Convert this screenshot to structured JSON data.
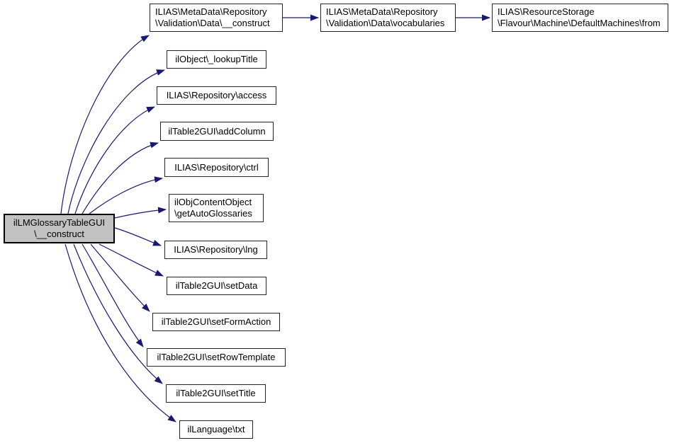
{
  "diagram": {
    "type": "call-graph",
    "edge_color": "#191970",
    "highlight_fill": "#c2c2c2",
    "nodes": [
      {
        "id": "main",
        "label": "ilLMGlossaryTableGUI\n\\__construct",
        "highlighted": true
      },
      {
        "id": "md_construct",
        "label": "ILIAS\\MetaData\\Repository\n\\Validation\\Data\\__construct",
        "highlighted": false
      },
      {
        "id": "lookup_title",
        "label": "ilObject\\_lookupTitle",
        "highlighted": false
      },
      {
        "id": "access",
        "label": "ILIAS\\Repository\\access",
        "highlighted": false
      },
      {
        "id": "add_column",
        "label": "ilTable2GUI\\addColumn",
        "highlighted": false
      },
      {
        "id": "ctrl",
        "label": "ILIAS\\Repository\\ctrl",
        "highlighted": false
      },
      {
        "id": "get_auto_glossaries",
        "label": "ilObjContentObject\n\\getAutoGlossaries",
        "highlighted": false
      },
      {
        "id": "lng",
        "label": "ILIAS\\Repository\\lng",
        "highlighted": false
      },
      {
        "id": "set_data",
        "label": "ilTable2GUI\\setData",
        "highlighted": false
      },
      {
        "id": "set_form_action",
        "label": "ilTable2GUI\\setFormAction",
        "highlighted": false
      },
      {
        "id": "set_row_template",
        "label": "ilTable2GUI\\setRowTemplate",
        "highlighted": false
      },
      {
        "id": "set_title",
        "label": "ilTable2GUI\\setTitle",
        "highlighted": false
      },
      {
        "id": "txt",
        "label": "ilLanguage\\txt",
        "highlighted": false
      },
      {
        "id": "vocabularies",
        "label": "ILIAS\\MetaData\\Repository\n\\Validation\\Data\\vocabularies",
        "highlighted": false
      },
      {
        "id": "default_machines_from",
        "label": "ILIAS\\ResourceStorage\n\\Flavour\\Machine\\DefaultMachines\\from",
        "highlighted": false
      }
    ],
    "edges": [
      {
        "from": "main",
        "to": "md_construct"
      },
      {
        "from": "main",
        "to": "lookup_title"
      },
      {
        "from": "main",
        "to": "access"
      },
      {
        "from": "main",
        "to": "add_column"
      },
      {
        "from": "main",
        "to": "ctrl"
      },
      {
        "from": "main",
        "to": "get_auto_glossaries"
      },
      {
        "from": "main",
        "to": "lng"
      },
      {
        "from": "main",
        "to": "set_data"
      },
      {
        "from": "main",
        "to": "set_form_action"
      },
      {
        "from": "main",
        "to": "set_row_template"
      },
      {
        "from": "main",
        "to": "set_title"
      },
      {
        "from": "main",
        "to": "txt"
      },
      {
        "from": "md_construct",
        "to": "vocabularies"
      },
      {
        "from": "vocabularies",
        "to": "default_machines_from"
      }
    ]
  }
}
